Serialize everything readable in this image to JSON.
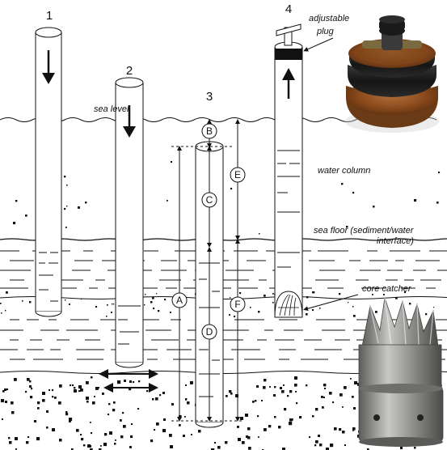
{
  "numbers": [
    "1",
    "2",
    "3",
    "4"
  ],
  "labels": {
    "sea_level": "sea level",
    "water_column": "water column",
    "sea_floor_line1": "sea floor (sediment/water",
    "sea_floor_line2": "interface)",
    "adjustable_line1": "adjustable",
    "adjustable_line2": "plug",
    "core_catcher": "core catcher"
  },
  "circled": [
    "A",
    "B",
    "C",
    "D",
    "E",
    "F"
  ],
  "colors": {
    "line": "#111111",
    "plug_rust": "#8a4a1c",
    "plug_black": "#1a1a1a",
    "metal": "#9a9a98"
  }
}
